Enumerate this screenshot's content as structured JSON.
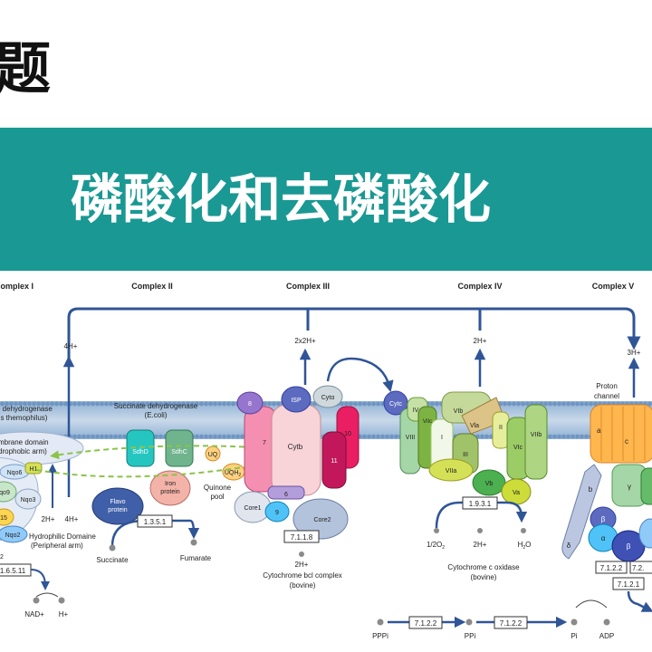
{
  "heading_fragment": "题",
  "slide_title": "磷酸化和去磷酸化",
  "colors": {
    "banner": "#1a9893",
    "membrane": "#a9c2de",
    "arrow": "#2f5597",
    "dashed_arrow": "#8bc34a"
  },
  "complexes": {
    "c1": "Complex I",
    "c2": "Complex II",
    "c3": "Complex III",
    "c4": "Complex IV",
    "c5": "Complex V"
  },
  "complex1": {
    "name_line1": "e dehydrogenase",
    "name_line2": "us themophilus)",
    "domain_line1": "mbrane domain",
    "domain_line2": "drophobic arm)",
    "hydrophilic_line1": "Hydrophilic Domaine",
    "hydrophilic_line2": "(Peripheral arm)",
    "units": {
      "nqo6": "Nqo6",
      "h1": "H1",
      "nqo9": "qo9",
      "nqo3": "Nqo3",
      "n15": "15",
      "nqo2": "Nqo2",
      "n2": ".2"
    },
    "ec": "1.6.5.11",
    "proton_up": "4H+",
    "proton_in1": "2H+",
    "proton_in2": "4H+",
    "product1": "NAD+",
    "product2": "H+"
  },
  "complex2": {
    "name_line1": "Succinate dehydrogenase",
    "name_line2": "(E.coli)",
    "sdhd": "SdhD",
    "sdhc": "SdhC",
    "iron_line1": "Iron",
    "iron_line2": "protein",
    "flavo_line1": "Flavo",
    "flavo_line2": "protein",
    "ec": "1.3.5.1",
    "substrate": "Succinate",
    "product": "Fumarate",
    "uq": "UQ",
    "uqh2": "UQH",
    "uqh2_sub": "2",
    "pool_line1": "Quinone",
    "pool_line2": "pool"
  },
  "complex3": {
    "proton_up": "2x2H+",
    "units": {
      "u8": "8",
      "isp": "ISP",
      "cyta": "Cytα",
      "u7": "7",
      "cytb": "Cytb",
      "u10": "10",
      "u11": "11",
      "u6": "6",
      "core1": "Core1",
      "u9": "9",
      "core2": "Core2"
    },
    "ec": "7.1.1.8",
    "proton_in": "2H+",
    "name_line1": "Cytochrome bcl complex",
    "name_line2": "(bovine)",
    "cytc": "Cytc"
  },
  "complex4": {
    "proton_up": "2H+",
    "units": {
      "iv": "IV",
      "viii": "VIII",
      "vib": "VIb",
      "i": "I",
      "vla": "Vla",
      "ii": "II",
      "viic": "VIIc",
      "iii": "III",
      "vic": "VIc",
      "viib": "VIIb",
      "viia": "VIIa",
      "vb": "Vb",
      "va": "Va"
    },
    "ec": "1.9.3.1",
    "substrate": "1/2O",
    "substrate_sub": "2",
    "proton_in": "2H+",
    "product": "H",
    "product_sub": "2",
    "product_tail": "O",
    "name_line1": "Cytochrome c oxidase",
    "name_line2": "(bovine)"
  },
  "complex5": {
    "proton_up": "3H+",
    "channel_line1": "Proton",
    "channel_line2": "channel",
    "units": {
      "a": "a",
      "c": "c",
      "b": "b",
      "gamma": "γ",
      "beta1": "β",
      "alpha": "α",
      "beta2": "β",
      "delta": "δ"
    },
    "ec1": "7.1.2.2",
    "ec2": "7.2.",
    "ec3": "7.1.2.1",
    "product1": "Pi",
    "product2": "ADP"
  },
  "bottom_row": {
    "pppi": "PPPi",
    "ec_a": "7.1.2.2",
    "ppi": "PPi",
    "ec_b": "7.1.2.2"
  }
}
